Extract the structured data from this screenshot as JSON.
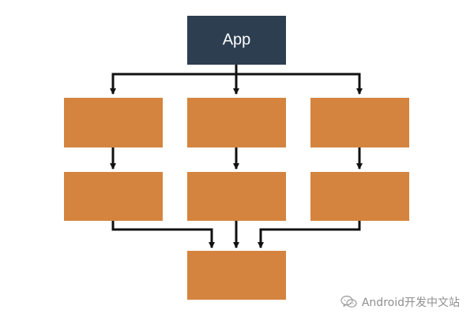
{
  "diagram": {
    "root": {
      "label": "App",
      "color": "#2c3e50"
    },
    "box_color": "#d4843f",
    "line_color": "#111111",
    "nodes": [
      {
        "id": "top-left"
      },
      {
        "id": "top-center"
      },
      {
        "id": "top-right"
      },
      {
        "id": "mid-left"
      },
      {
        "id": "mid-center"
      },
      {
        "id": "mid-right"
      },
      {
        "id": "bottom"
      }
    ]
  },
  "watermark": {
    "text": "Android开发中文站",
    "icon": "wechat-icon"
  }
}
